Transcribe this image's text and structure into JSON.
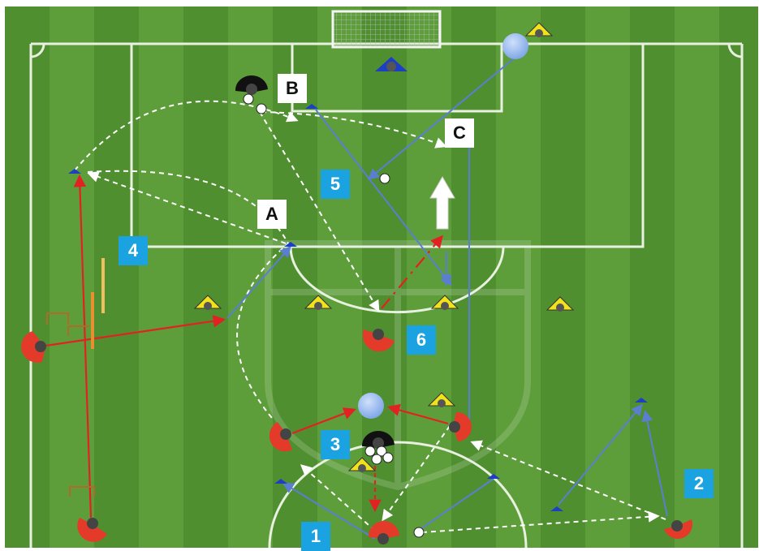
{
  "colors": {
    "grass_light": "#5d9e3a",
    "grass_dark": "#4b8a2c",
    "line": "#e8f0e0",
    "player_red": "#e43a2a",
    "player_blue": "#1d3fc4",
    "cone_yellow": "#f2e21a",
    "pass_white": "#ffffff",
    "run_blue": "#5b7fd0",
    "run_red": "#e22222",
    "number_tile": "#1aa3e0",
    "letter_tile": "#ffffff",
    "ball_blue": "#8fb4ec"
  },
  "zone_labels": {
    "a": "A",
    "b": "B",
    "c": "C"
  },
  "step_labels": {
    "one": "1",
    "two": "2",
    "three": "3",
    "four": "4",
    "five": "5",
    "six": "6"
  }
}
